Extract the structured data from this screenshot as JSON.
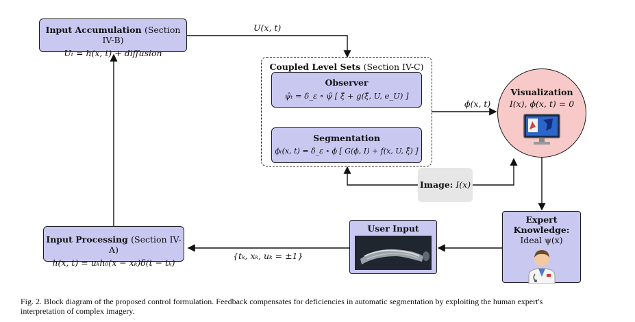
{
  "input_accumulation": {
    "title": "Input Accumulation",
    "section": "(Section IV-B)",
    "equation": "Uₜ = h(x, t) +  diffusion"
  },
  "edge_u": "U(x, t)",
  "coupled": {
    "title": "Coupled Level Sets",
    "section": "(Section IV-C)"
  },
  "observer": {
    "title": "Observer",
    "equation": "ψ̂ₜ = δ_ε ∘ ψ̂ [ ξ̂ + g(ξ̂, U, e_U) ]"
  },
  "segmentation": {
    "title": "Segmentation",
    "equation": "ϕₜ(x, t) = δ_ε ∘ ϕ [ G(ϕ, I) + f(x, U, ξ̂) ]"
  },
  "edge_phi": "ϕ(x, t)",
  "visualization": {
    "title": "Visualization",
    "equation": "I(x),  ϕ(x, t) = 0",
    "icon": "monitor-icon"
  },
  "image_box": {
    "label": "Image:",
    "value": "I(x)"
  },
  "expert": {
    "title": "Expert Knowledge:",
    "line2": "Ideal ψ(x)",
    "icon": "doctor-icon"
  },
  "user_input": {
    "title": "User Input",
    "icon": "keyboard-icon"
  },
  "edge_tk": "{tₖ, xₖ, uₖ = ±1}",
  "input_processing": {
    "title": "Input Processing",
    "section": "(Section IV-A)",
    "equation": "h(x, t) = uₖh₀(x − xₖ)δ(t − tₖ)"
  },
  "caption": {
    "line1": "Fig. 2.   Block diagram of the proposed control formulation. Feedback compensates for deficiencies in automatic segmentation by exploiting the human expert's",
    "line2": "interpretation of complex imagery."
  },
  "colors": {
    "box_fill": "#c9c8f1",
    "visualization_fill": "#f8c9c9",
    "image_fill": "#e6e6e6"
  }
}
